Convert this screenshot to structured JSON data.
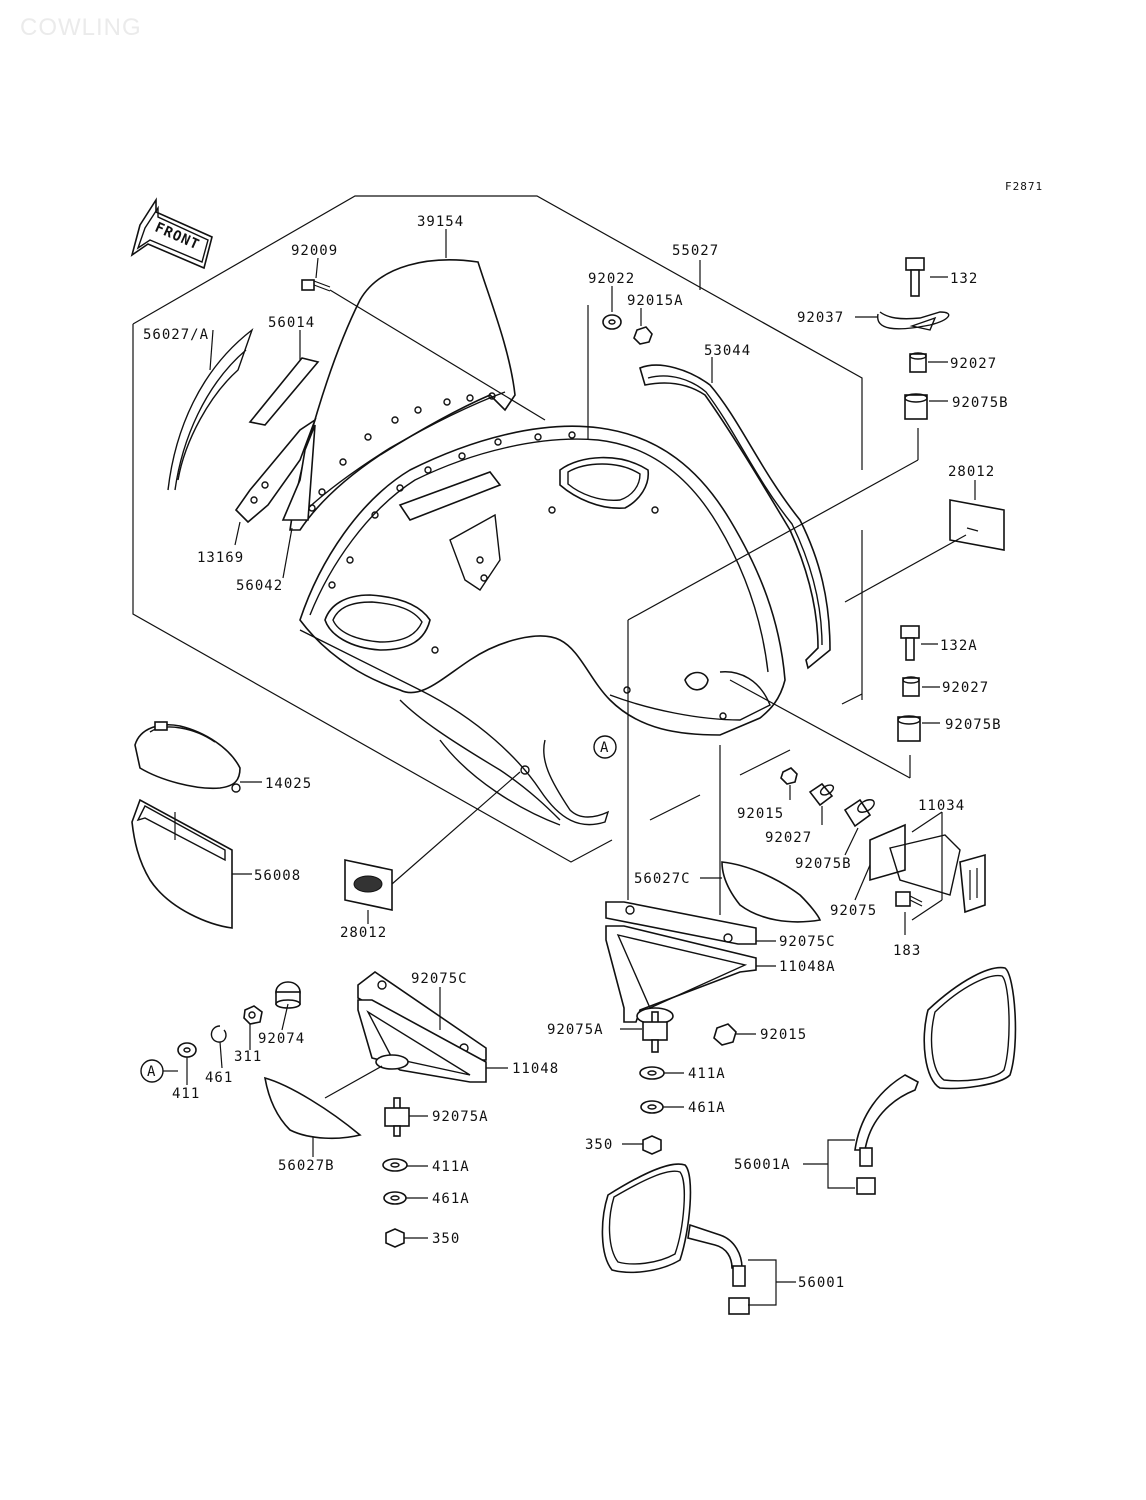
{
  "title": "COWLING",
  "figure_code": "F2871",
  "front_label": "FRONT",
  "ref_label": "A",
  "parts": {
    "p39154": "39154",
    "p92009": "92009",
    "p55027": "55027",
    "p92022": "92022",
    "p92015A": "92015A",
    "p53044": "53044",
    "p132": "132",
    "p92037": "92037",
    "p92027_top": "92027",
    "p92075B_top": "92075B",
    "p28012_right": "28012",
    "p56027A": "56027/A",
    "p56014": "56014",
    "p13169": "13169",
    "p56042": "56042",
    "p132A": "132A",
    "p92027_mid": "92027",
    "p92075B_mid": "92075B",
    "p14025": "14025",
    "p56008": "56008",
    "p28012_left": "28012",
    "p92015": "92015",
    "p92027_low": "92027",
    "p92075B_low": "92075B",
    "p11034": "11034",
    "p92075": "92075",
    "p183": "183",
    "p56027C": "56027C",
    "p92075C_right": "92075C",
    "p11048A": "11048A",
    "p92075A_right": "92075A",
    "p92015_low": "92015",
    "p411A_right": "411A",
    "p461A_right": "461A",
    "p350_right": "350",
    "p92075C_left": "92075C",
    "p11048": "11048",
    "p92074": "92074",
    "p311": "311",
    "p461": "461",
    "p411": "411",
    "p56027B": "56027B",
    "p92075A_left": "92075A",
    "p411A_left": "411A",
    "p461A_left": "461A",
    "p350_left": "350",
    "p56001A": "56001A",
    "p56001": "56001"
  }
}
